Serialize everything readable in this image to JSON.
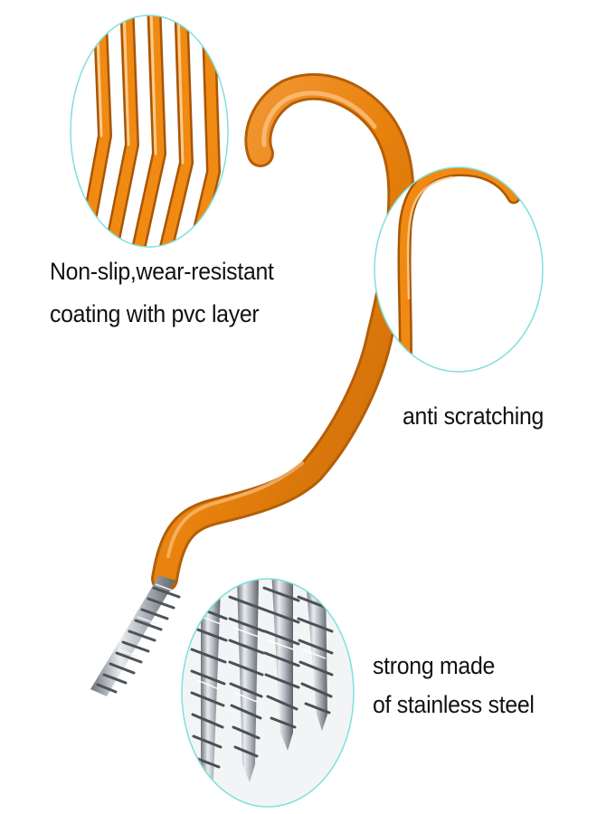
{
  "image": {
    "subject": "orange PVC-coated screw-in hook",
    "background_color": "#ffffff",
    "hook_color": "#e8820c",
    "callout_border_color": "#7fe0dc"
  },
  "callouts": {
    "coating": {
      "line1": "Non-slip,wear-resistant",
      "line2": "coating with pvc layer"
    },
    "scratch": {
      "text": "anti scratching"
    },
    "steel": {
      "line1": "strong made",
      "line2": "of stainless steel"
    }
  }
}
